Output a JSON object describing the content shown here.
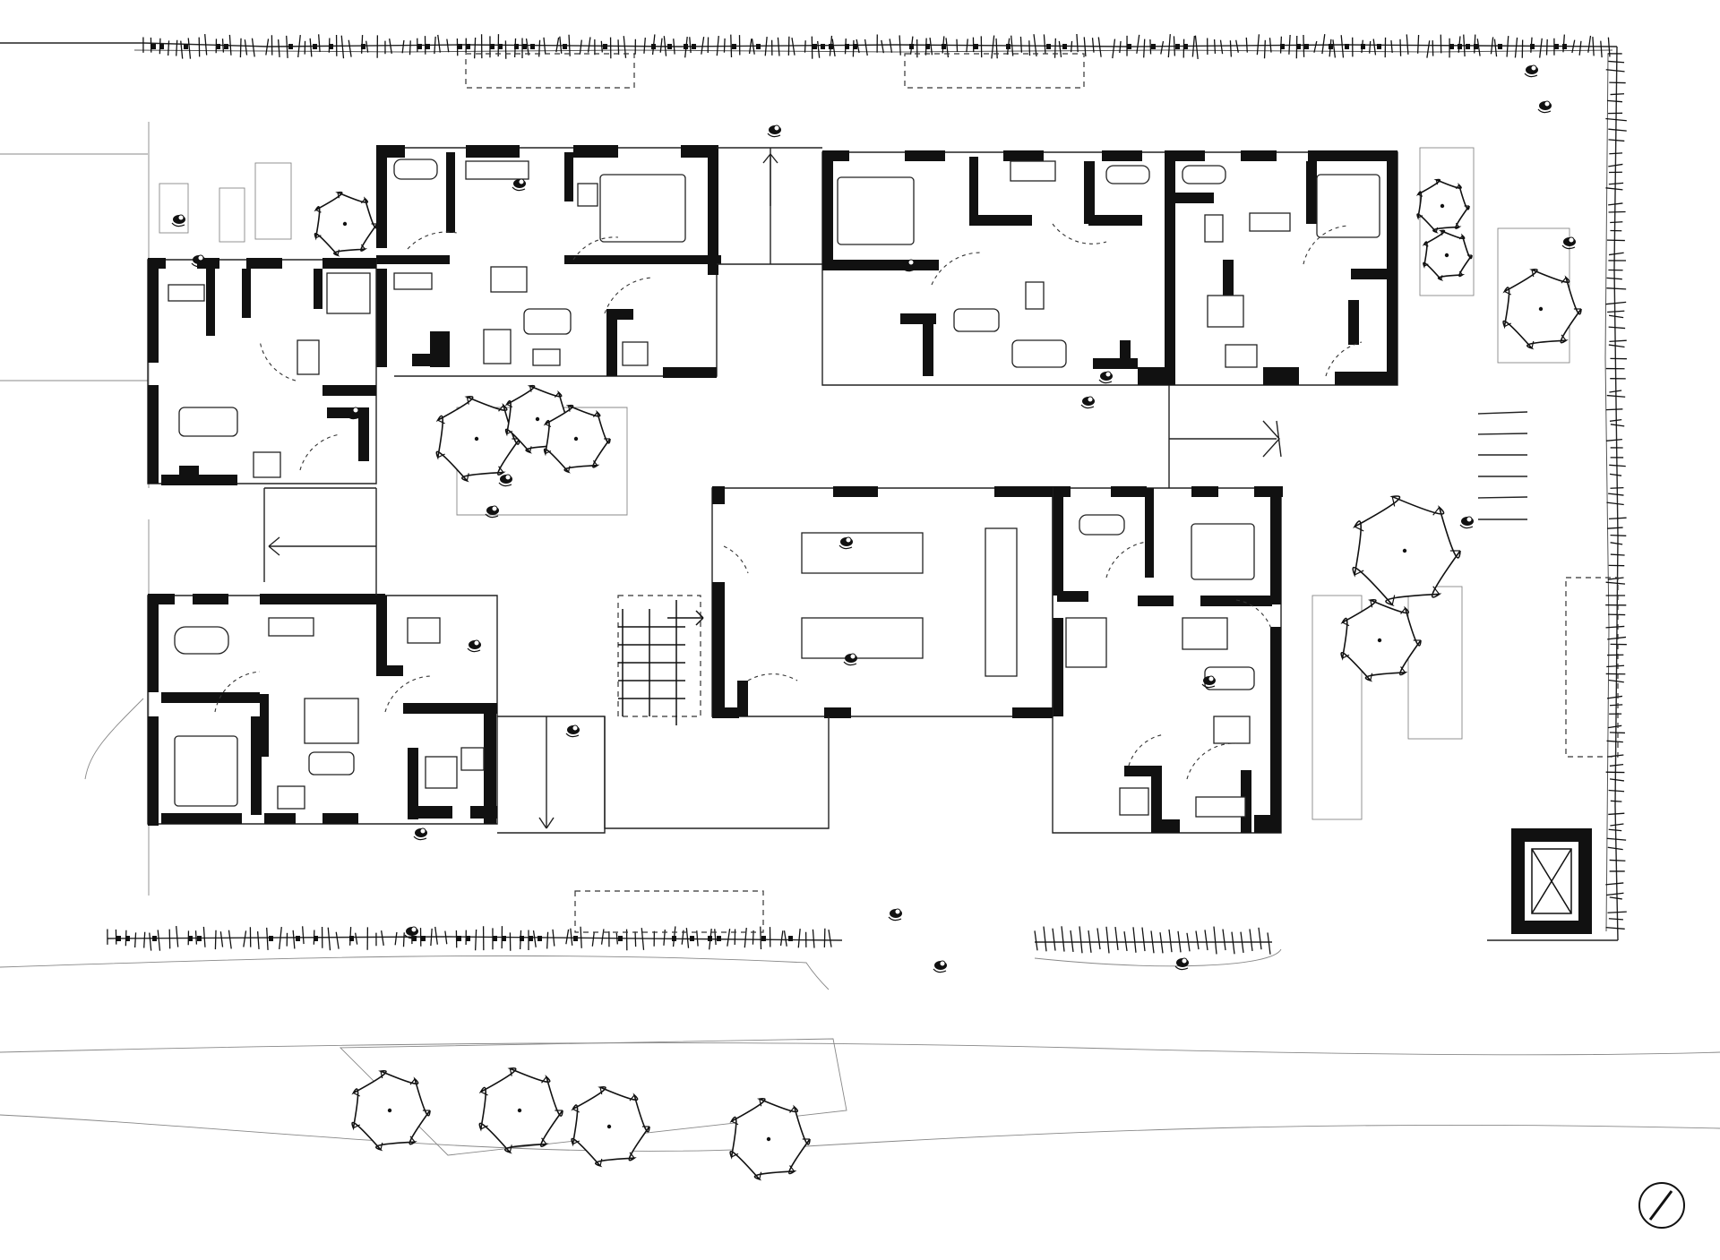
{
  "drawing": {
    "kind": "architectural-floor-plan-sketch",
    "style": "black-ink-hand-drawn",
    "colors": {
      "ink": "#111111",
      "paper": "#ffffff",
      "pencil": "#888888"
    }
  },
  "units": [
    {
      "id": "unit-a"
    },
    {
      "id": "unit-b"
    },
    {
      "id": "unit-c"
    },
    {
      "id": "unit-d"
    },
    {
      "id": "unit-e"
    },
    {
      "id": "common-hall"
    }
  ],
  "trees": {
    "courtyard": 3,
    "street": 4,
    "east-yard": 5
  },
  "symbols": [
    "north-arrow-icon",
    "elevator-core-icon",
    "stair-arrow-icon"
  ]
}
